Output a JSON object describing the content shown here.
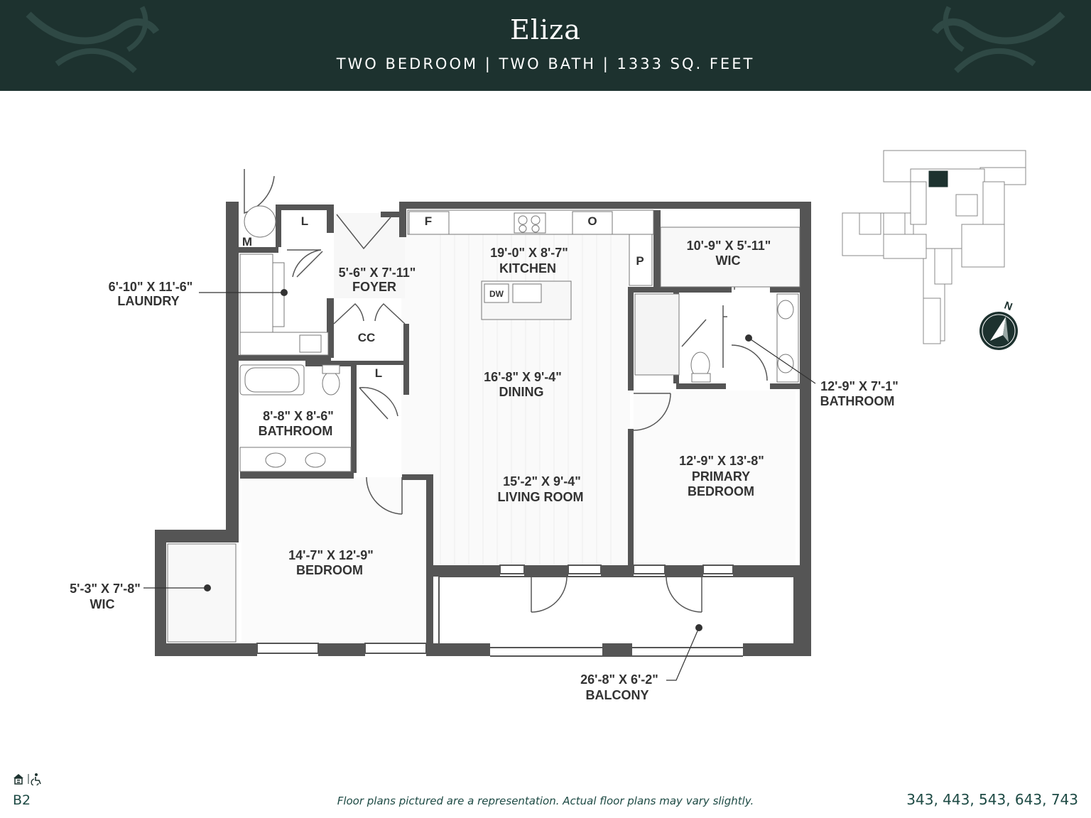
{
  "header": {
    "title": "Eliza",
    "subtitle": "TWO BEDROOM | TWO BATH | 1333 SQ. FEET"
  },
  "rooms": {
    "laundry": {
      "dims": "6'-10\" X 11'-6\"",
      "name": "LAUNDRY"
    },
    "foyer": {
      "dims": "5'-6\" X 7'-11\"",
      "name": "FOYER"
    },
    "kitchen": {
      "dims": "19'-0\" X 8'-7\"",
      "name": "KITCHEN"
    },
    "wic_top": {
      "dims": "10'-9\" X 5'-11\"",
      "name": "WIC"
    },
    "bath_primary": {
      "dims": "12'-9\" X 7'-1\"",
      "name": "BATHROOM"
    },
    "dining": {
      "dims": "16'-8\" X 9'-4\"",
      "name": "DINING"
    },
    "bath_second": {
      "dims": "8'-8\" X 8'-6\"",
      "name": "BATHROOM"
    },
    "primary_bedroom": {
      "dims": "12'-9\" X 13'-8\"",
      "name1": "PRIMARY",
      "name2": "BEDROOM"
    },
    "living": {
      "dims": "15'-2\" X 9'-4\"",
      "name": "LIVING ROOM"
    },
    "bedroom": {
      "dims": "14'-7\" X 12'-9\"",
      "name": "BEDROOM"
    },
    "wic_left": {
      "dims": "5'-3\" X 7'-8\"",
      "name": "WIC"
    },
    "balcony": {
      "dims": "26'-8\" X 6'-2\"",
      "name": "BALCONY"
    }
  },
  "fixtures": {
    "linen_top": "L",
    "mech": "M",
    "fridge": "F",
    "oven": "O",
    "pantry": "P",
    "dishwasher": "DW",
    "coat_closet": "CC",
    "linen_mid": "L"
  },
  "compass": {
    "north_label": "N"
  },
  "footer": {
    "plan_code": "B2",
    "disclaimer": "Floor plans pictured are a representation. Actual floor plans may vary slightly.",
    "units": "343, 443, 543, 643, 743"
  },
  "colors": {
    "header_bg": "#1d322f",
    "wall": "#555555",
    "accent_text": "#1d4a44",
    "highlight_unit": "#1d322f"
  },
  "icons": [
    "ornament-swirl-icon",
    "equal-housing-icon",
    "accessibility-icon",
    "compass-icon"
  ]
}
